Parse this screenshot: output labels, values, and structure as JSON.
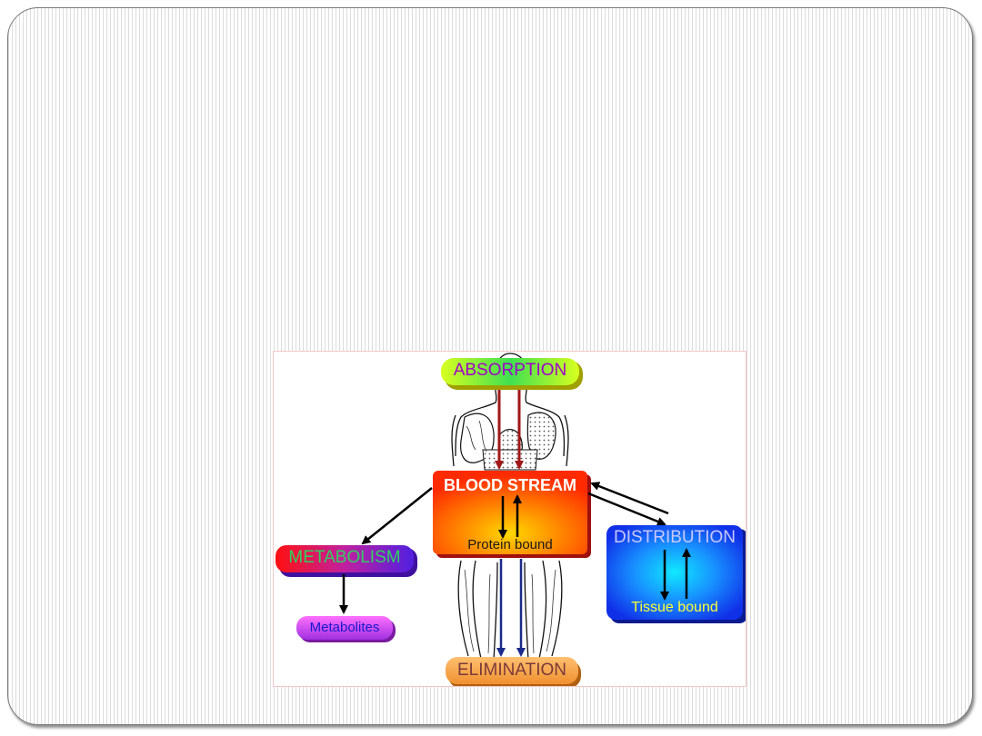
{
  "diagram": {
    "nodes": {
      "absorption": "ABSORPTION",
      "blood_stream": "BLOOD STREAM",
      "protein_bound": "Protein bound",
      "distribution": "DISTRIBUTION",
      "tissue_bound": "Tissue bound",
      "metabolism": "METABOLISM",
      "metabolites": "Metabolites",
      "elimination": "ELIMINATION"
    },
    "colors": {
      "absorption_text": "#a000c8",
      "blood_stream_text": "#ffffff",
      "protein_bound_text": "#1a1a1a",
      "distribution_text": "#c8c8ff",
      "tissue_bound_text": "#ffff33",
      "metabolism_text": "#30d060",
      "metabolites_text": "#1a1ad0",
      "elimination_text": "#7a3a3a",
      "arrow_black": "#000000",
      "arrow_blue": "#1a2a8a",
      "arrow_red": "#a01818"
    }
  }
}
